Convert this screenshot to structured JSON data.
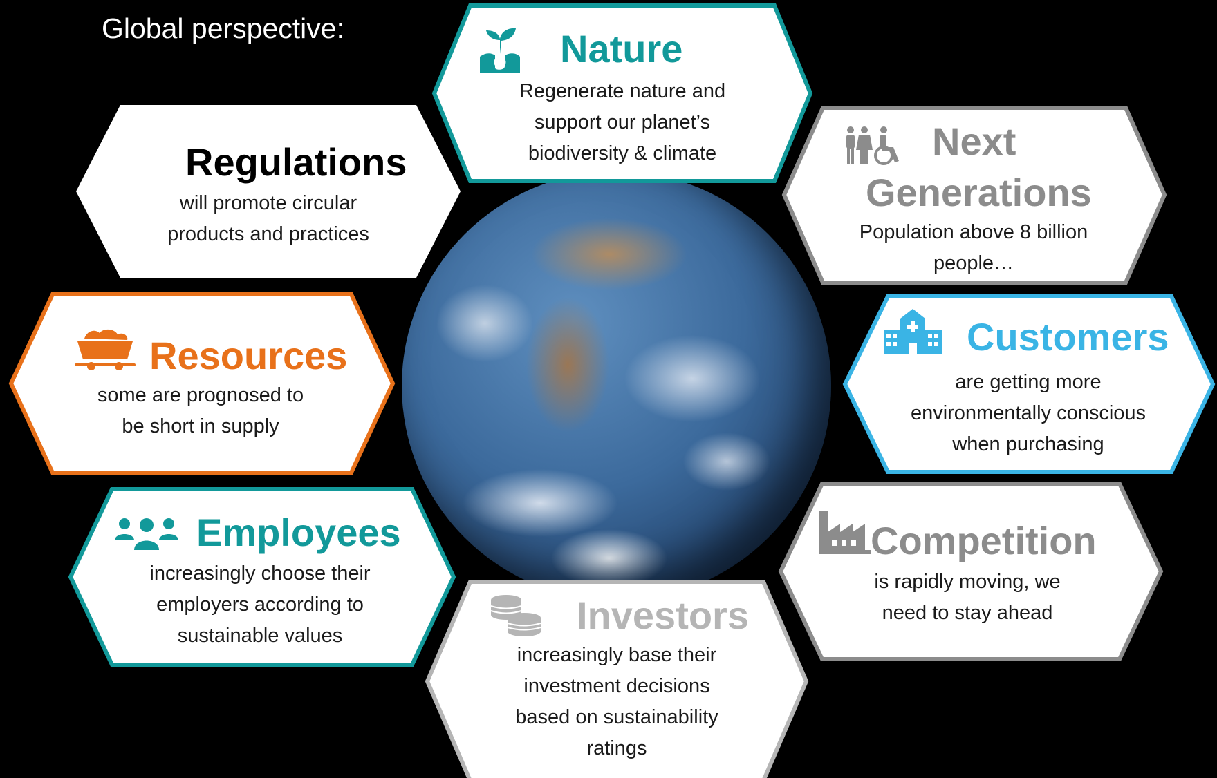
{
  "heading": "Global perspective:",
  "colors": {
    "teal": "#12999a",
    "orange": "#e8711a",
    "gray": "#8c8c8c",
    "light_gray": "#b5b5b5",
    "sky": "#3ab4e5",
    "black": "#000000"
  },
  "items": {
    "nature": {
      "title": "Nature",
      "lines": [
        "Regenerate nature and",
        "support our planet’s",
        "biodiversity & climate"
      ],
      "icon": "plant-in-hand-icon"
    },
    "regulations": {
      "title": "Regulations",
      "lines": [
        "will promote circular",
        "products and practices"
      ]
    },
    "next_generations": {
      "title_line1": "Next",
      "title_line2": "Generations",
      "lines": [
        "Population above 8 billion",
        "people…"
      ],
      "icon": "family-icon"
    },
    "resources": {
      "title": "Resources",
      "lines": [
        "some are prognosed to",
        "be short in supply"
      ],
      "icon": "mine-cart-icon"
    },
    "customers": {
      "title": "Customers",
      "lines": [
        "are getting more",
        "environmentally conscious",
        "when purchasing"
      ],
      "icon": "hospital-building-icon"
    },
    "employees": {
      "title": "Employees",
      "lines": [
        "increasingly choose their",
        "employers according to",
        "sustainable values"
      ],
      "icon": "people-group-icon"
    },
    "competition": {
      "title": "Competition",
      "lines": [
        "is rapidly moving, we",
        "need to stay ahead"
      ],
      "icon": "factory-icon"
    },
    "investors": {
      "title": "Investors",
      "lines": [
        "increasingly base their",
        "investment decisions",
        "based on sustainability",
        "ratings"
      ],
      "icon": "coins-icon"
    }
  }
}
